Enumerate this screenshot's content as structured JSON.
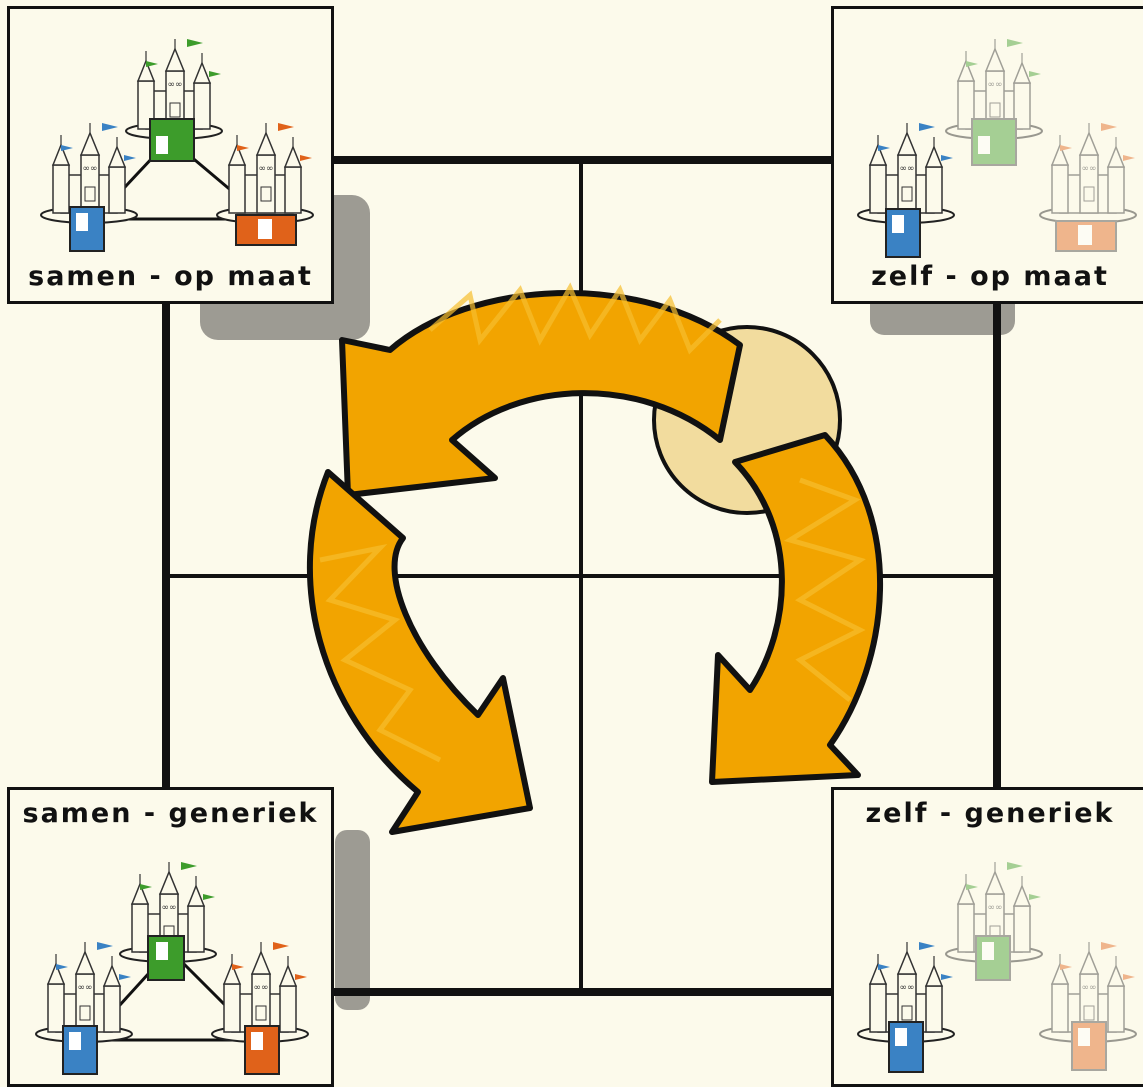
{
  "quadrants": {
    "top_left": {
      "label": "samen - op maat",
      "faded": false
    },
    "top_right": {
      "label": "zelf - op maat",
      "faded": true
    },
    "bottom_left": {
      "label": "samen - generiek",
      "faded": false
    },
    "bottom_right": {
      "label": "zelf - generiek",
      "faded": true
    }
  },
  "castle_sign": "∞∞",
  "colors": {
    "background": "#fcfaeb",
    "grid": "#111111",
    "arrow": "#f2a400",
    "highlight_circle": "#f2dc9e",
    "shadow": "#8c8a84",
    "castle_green": "#3d9c2b",
    "castle_blue": "#3a82c4",
    "castle_orange": "#e0621a"
  }
}
